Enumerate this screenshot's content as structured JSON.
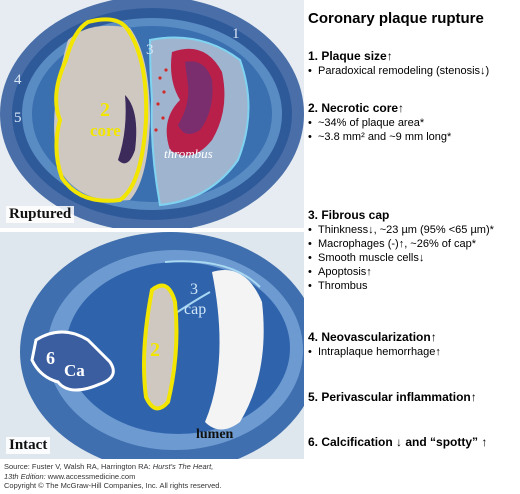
{
  "title": "Coronary plaque rupture",
  "panels": {
    "top": {
      "tag": "Ruptured",
      "labels": {
        "n1": "1",
        "n3": "3",
        "n4": "4",
        "n5": "5",
        "n2": "2",
        "core": "core",
        "thrombus": "thrombus"
      }
    },
    "bottom": {
      "tag": "Intact",
      "labels": {
        "n3": "3",
        "cap": "cap",
        "n2": "2",
        "n6": "6",
        "ca": "Ca",
        "lumen": "lumen"
      }
    }
  },
  "sections": [
    {
      "heading": "1. Plaque size↑",
      "items": [
        "Paradoxical remodeling (stenosis↓)"
      ]
    },
    {
      "heading": "2. Necrotic core↑",
      "items": [
        "~34% of plaque area*",
        "~3.8 mm² and ~9 mm long*"
      ]
    },
    {
      "heading": "3. Fibrous cap",
      "items": [
        "Thinkness↓, ~23 µm (95% <65 µm)*",
        "Macrophages (-)↑, ~26% of cap*",
        "Smooth muscle cells↓",
        "Apoptosis↑",
        "Thrombus"
      ]
    },
    {
      "heading": "4. Neovascularization↑",
      "items": [
        "Intraplaque hemorrhage↑"
      ]
    },
    {
      "heading": "5. Perivascular inflammation↑",
      "items": []
    },
    {
      "heading": "6. Calcification ↓ and “spotty” ↑",
      "items": []
    }
  ],
  "footer": {
    "source_prefix": "Source: Fuster V, Walsh RA, Harrington RA:",
    "source_book": "Hurst's The Heart,",
    "source_edition": "13th Edition:",
    "source_url": "www.accessmedicine.com",
    "copyright": "Copyright © The McGraw-Hill Companies, Inc. All rights reserved."
  },
  "colors": {
    "outline_yellow": "#f2e600",
    "outline_cyan": "#7fd3f0",
    "thrombus": "#b8204a",
    "tissue_blue": "#3a6fb0"
  }
}
